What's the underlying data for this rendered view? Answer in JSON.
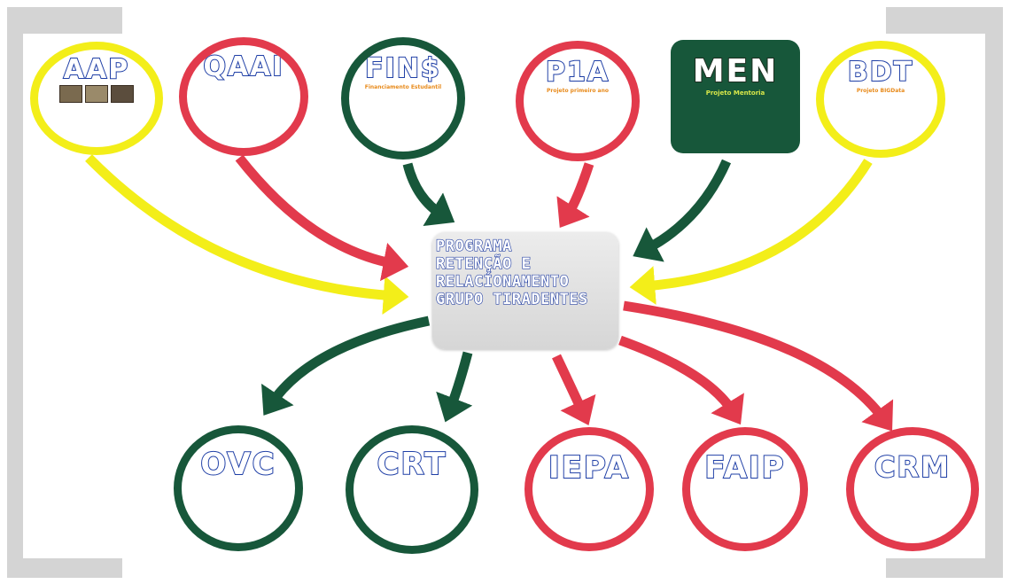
{
  "center": {
    "lines": [
      "PROGRAMA",
      "RETENÇÃO E",
      "RELACÍONAMENTO",
      "GRUPO TIRADENTES"
    ]
  },
  "colors": {
    "yellow": "#f3ee19",
    "red": "#e23a4c",
    "green": "#17573a",
    "title_outline": "#1f3fa6"
  },
  "nodes": {
    "aap": {
      "title": "AAP",
      "subtitle": "",
      "desc": "",
      "author": ""
    },
    "qaai": {
      "title": "QAAI",
      "subtitle": "",
      "desc": "",
      "author": ""
    },
    "fins": {
      "title": "FIN$",
      "subtitle": "Financiamento Estudantil",
      "desc": "",
      "author": ""
    },
    "p1a": {
      "title": "P1A",
      "subtitle": "Projeto primeiro ano",
      "desc": "",
      "author": ""
    },
    "men": {
      "title": "MEN",
      "subtitle": "Projeto Mentoria",
      "desc": "",
      "author": ""
    },
    "bdt": {
      "title": "BDT",
      "subtitle": "Projeto BIGData",
      "desc": "",
      "author": ""
    },
    "ovc": {
      "title": "OVC",
      "subtitle": "",
      "desc": "",
      "author": ""
    },
    "crt": {
      "title": "CRT",
      "subtitle": "",
      "desc": "",
      "author": ""
    },
    "iepa": {
      "title": "IEPA",
      "subtitle": "",
      "desc": "",
      "author": ""
    },
    "faip": {
      "title": "FAIP",
      "subtitle": "",
      "desc": "",
      "author": ""
    },
    "crm": {
      "title": "CRM",
      "subtitle": "",
      "desc": "",
      "author": ""
    }
  }
}
